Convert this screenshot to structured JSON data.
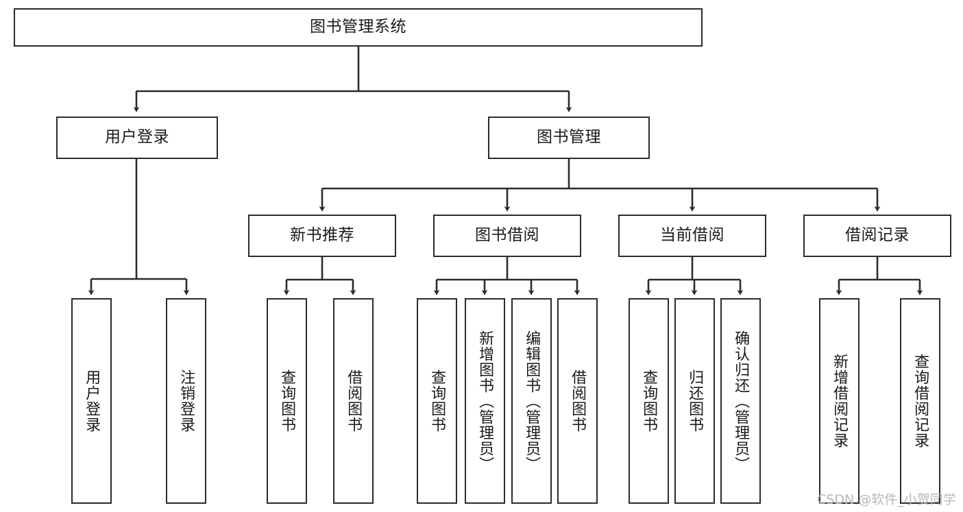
{
  "diagram": {
    "title": "图书管理系统",
    "type": "tree-hierarchy-chart",
    "root": {
      "label": "图书管理系统"
    },
    "level1": [
      {
        "label": "用户登录"
      },
      {
        "label": "图书管理"
      }
    ],
    "level2": [
      {
        "label": "新书推荐"
      },
      {
        "label": "图书借阅"
      },
      {
        "label": "当前借阅"
      },
      {
        "label": "借阅记录"
      }
    ],
    "leaves": {
      "user_login": [
        {
          "label": "用户登录"
        },
        {
          "label": "注销登录"
        }
      ],
      "new_book_recommend": [
        {
          "label": "查询图书"
        },
        {
          "label": "借阅图书"
        }
      ],
      "book_borrow": [
        {
          "label": "查询图书"
        },
        {
          "label": "新增图书（管理员）"
        },
        {
          "label": "编辑图书（管理员）"
        },
        {
          "label": "借阅图书"
        }
      ],
      "current_borrow": [
        {
          "label": "查询图书"
        },
        {
          "label": "归还图书"
        },
        {
          "label": "确认归还（管理员）"
        }
      ],
      "borrow_record": [
        {
          "label": "新增借阅记录"
        },
        {
          "label": "查询借阅记录"
        }
      ]
    }
  },
  "watermark": {
    "text": "CSDN @软件_小贺同学"
  },
  "colors": {
    "stroke": "#2b2b2b",
    "background": "#ffffff",
    "text": "#1a1a1a",
    "watermark": "#b8b8b8"
  }
}
